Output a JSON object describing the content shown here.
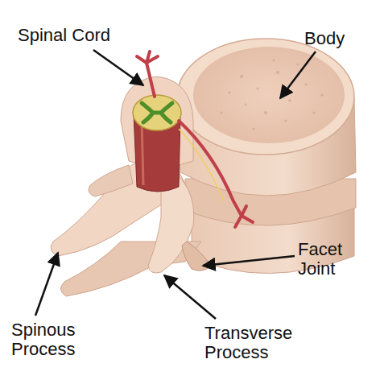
{
  "diagram": {
    "labels": [
      "Spinal Cord",
      "Body",
      "Facet Joint",
      "Spinous Process",
      "Transverse Process"
    ]
  }
}
